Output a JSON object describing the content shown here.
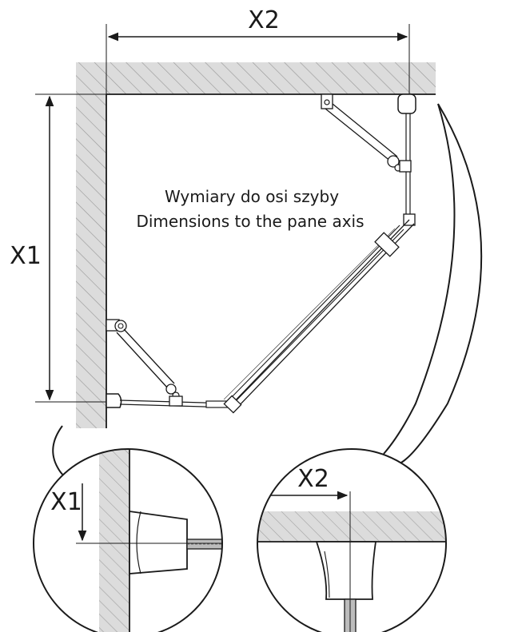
{
  "labels": {
    "dim_x2": "X2",
    "dim_x1": "X1",
    "note_pl": "Wymiary do osi szyby",
    "note_en": "Dimensions to the pane axis",
    "detail_x1": "X1",
    "detail_x2": "X2"
  },
  "colors": {
    "wall_fill": "#d9d9d9",
    "hatch": "#8a8a8a",
    "line": "#1a1a1a",
    "glass": "#e8e8e8"
  }
}
